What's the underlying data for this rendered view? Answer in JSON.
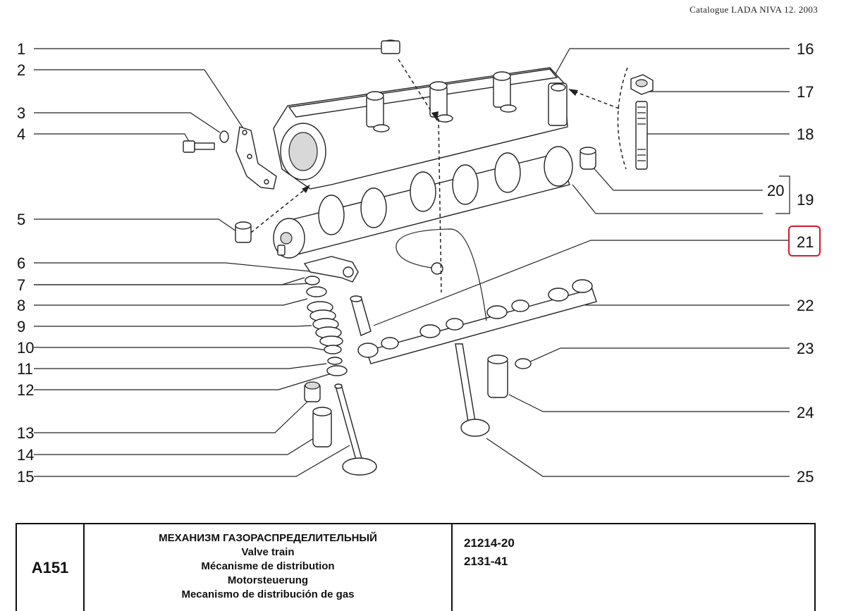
{
  "header": {
    "catalogue": "Catalogue LADA NIVA 12. 2003"
  },
  "callouts_left": [
    "1",
    "2",
    "3",
    "4",
    "5",
    "6",
    "7",
    "8",
    "9",
    "10",
    "11",
    "12",
    "13",
    "14",
    "15"
  ],
  "callouts_right": [
    "16",
    "17",
    "18",
    "20",
    "19",
    "21",
    "22",
    "23",
    "24",
    "25"
  ],
  "highlighted_callout": "21",
  "title_block": {
    "code": "A151",
    "title_ru": "МЕХАНИЗМ ГАЗОРАСПРЕДЕЛИТЕЛЬНЫЙ",
    "title_en": "Valve train",
    "title_fr": "Mécanisme de distribution",
    "title_de": "Motorsteuerung",
    "title_es": "Mecanismo de distribución de gas",
    "model_1": "21214-20",
    "model_2": "2131-41"
  },
  "colors": {
    "highlight": "#d11a2a",
    "ink": "#222222"
  }
}
